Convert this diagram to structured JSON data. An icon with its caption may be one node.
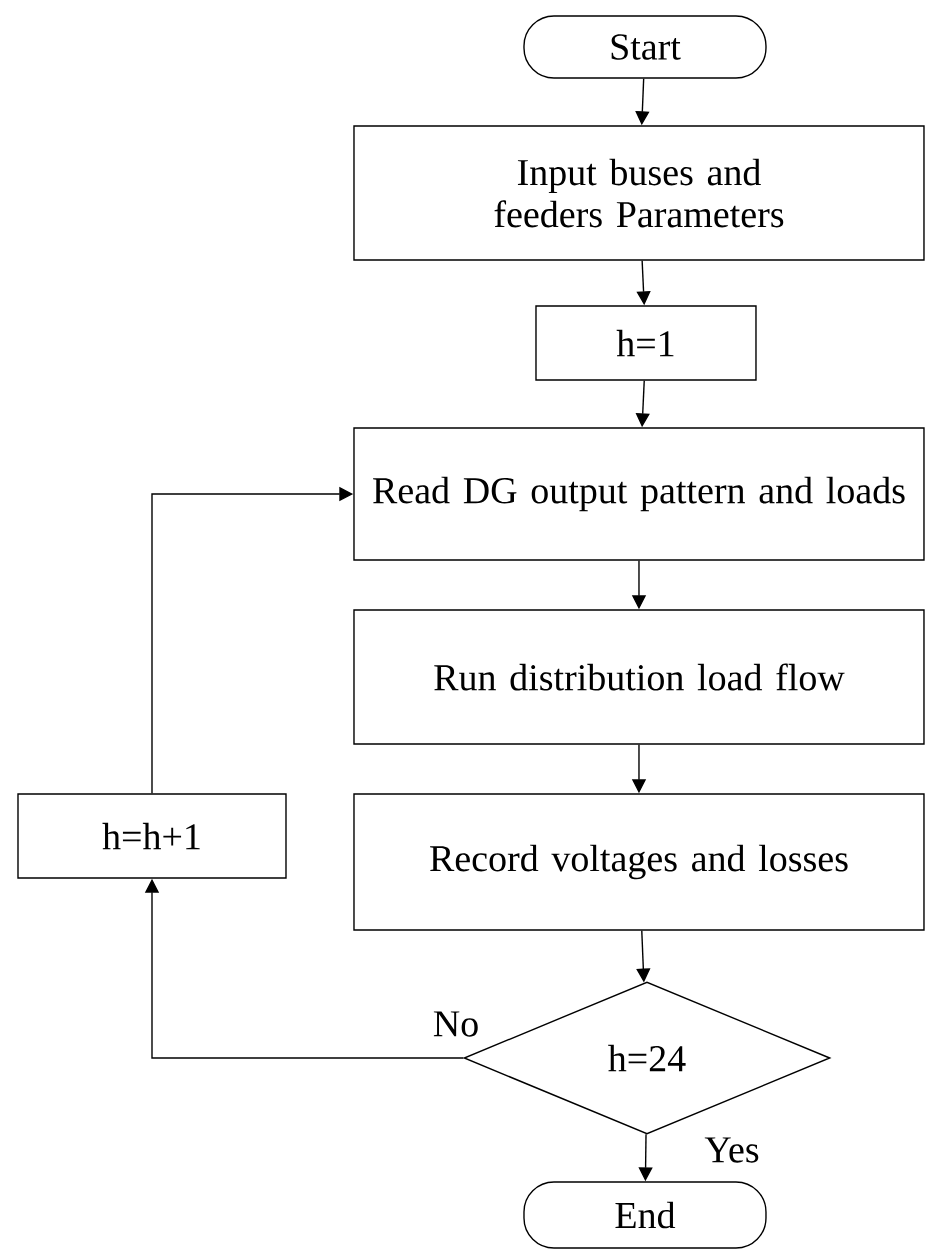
{
  "diagram": {
    "nodes": [
      {
        "text": [
          "Start"
        ]
      },
      {
        "text": [
          "Input  buses and feeders Parameters"
        ]
      },
      {
        "text": [
          "h=1"
        ]
      },
      {
        "text": [
          "Read DG output pattern and loads"
        ]
      },
      {
        "text": [
          "Run distribution load flow"
        ]
      },
      {
        "text": [
          "Record voltages and losses"
        ]
      },
      {
        "text": [
          "h=24"
        ]
      },
      {
        "text": [
          "End"
        ]
      },
      {
        "text": [
          "h=h+1"
        ]
      }
    ],
    "edges": [
      {
        "from": 0,
        "to": 1,
        "arrow": "to"
      },
      {
        "from": 1,
        "to": 2,
        "arrow": "to"
      },
      {
        "from": 2,
        "to": 3,
        "arrow": "to"
      },
      {
        "from": 3,
        "to": 4,
        "arrow": "to"
      },
      {
        "from": 4,
        "to": 5,
        "arrow": "to"
      },
      {
        "from": 5,
        "to": 6,
        "arrow": "to"
      },
      {
        "from": 6,
        "to": 7,
        "arrow": "to",
        "label": "Yes"
      },
      {
        "from": 6,
        "to": 8,
        "arrow": "to",
        "label": "No"
      },
      {
        "from": 8,
        "to": 3,
        "arrow": "to"
      }
    ]
  }
}
